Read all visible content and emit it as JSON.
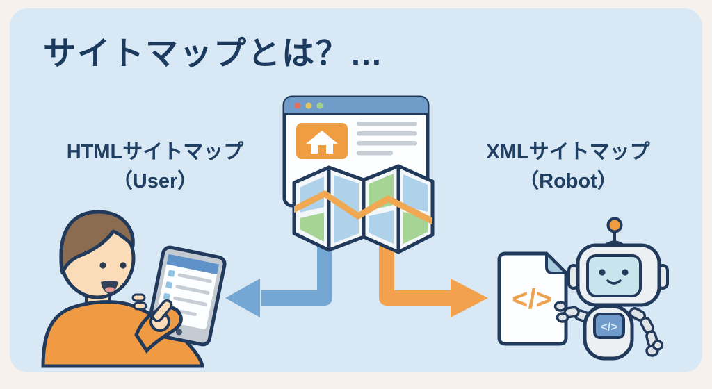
{
  "title": "サイトマップとは？…",
  "left_label": {
    "line1": "HTMLサイトマップ",
    "line2": "（User）"
  },
  "right_label": {
    "line1": "XMLサイトマップ",
    "line2": "（Robot）"
  },
  "glyphs": {
    "code": "</>"
  },
  "colors": {
    "outer_bg": "#f6f1ec",
    "card_bg": "#d8e8f5",
    "title_text": "#1c3a5e",
    "label_text": "#1f3f63",
    "outline_navy": "#21395a",
    "arrow_blue": "#74a7d4",
    "arrow_orange": "#f2a24c",
    "browser_header": "#6f9cc9",
    "home_tile_orange": "#f09c41",
    "dot_red": "#e2705c",
    "dot_yellow": "#e6c463",
    "dot_green": "#a2d18c",
    "map_blue": "#aed2ea",
    "map_green": "#a5d495",
    "map_road": "#f0a852",
    "sweater_orange": "#f09b43",
    "skin": "#fbdcb8",
    "hair_brown": "#8b6c50",
    "robot_gray": "#edf0f2",
    "robot_face": "#c8e4ec",
    "chest_blue": "#6f9ac9",
    "doc_fold": "#a9cbe0",
    "doc_code_orange": "#eda24f"
  }
}
